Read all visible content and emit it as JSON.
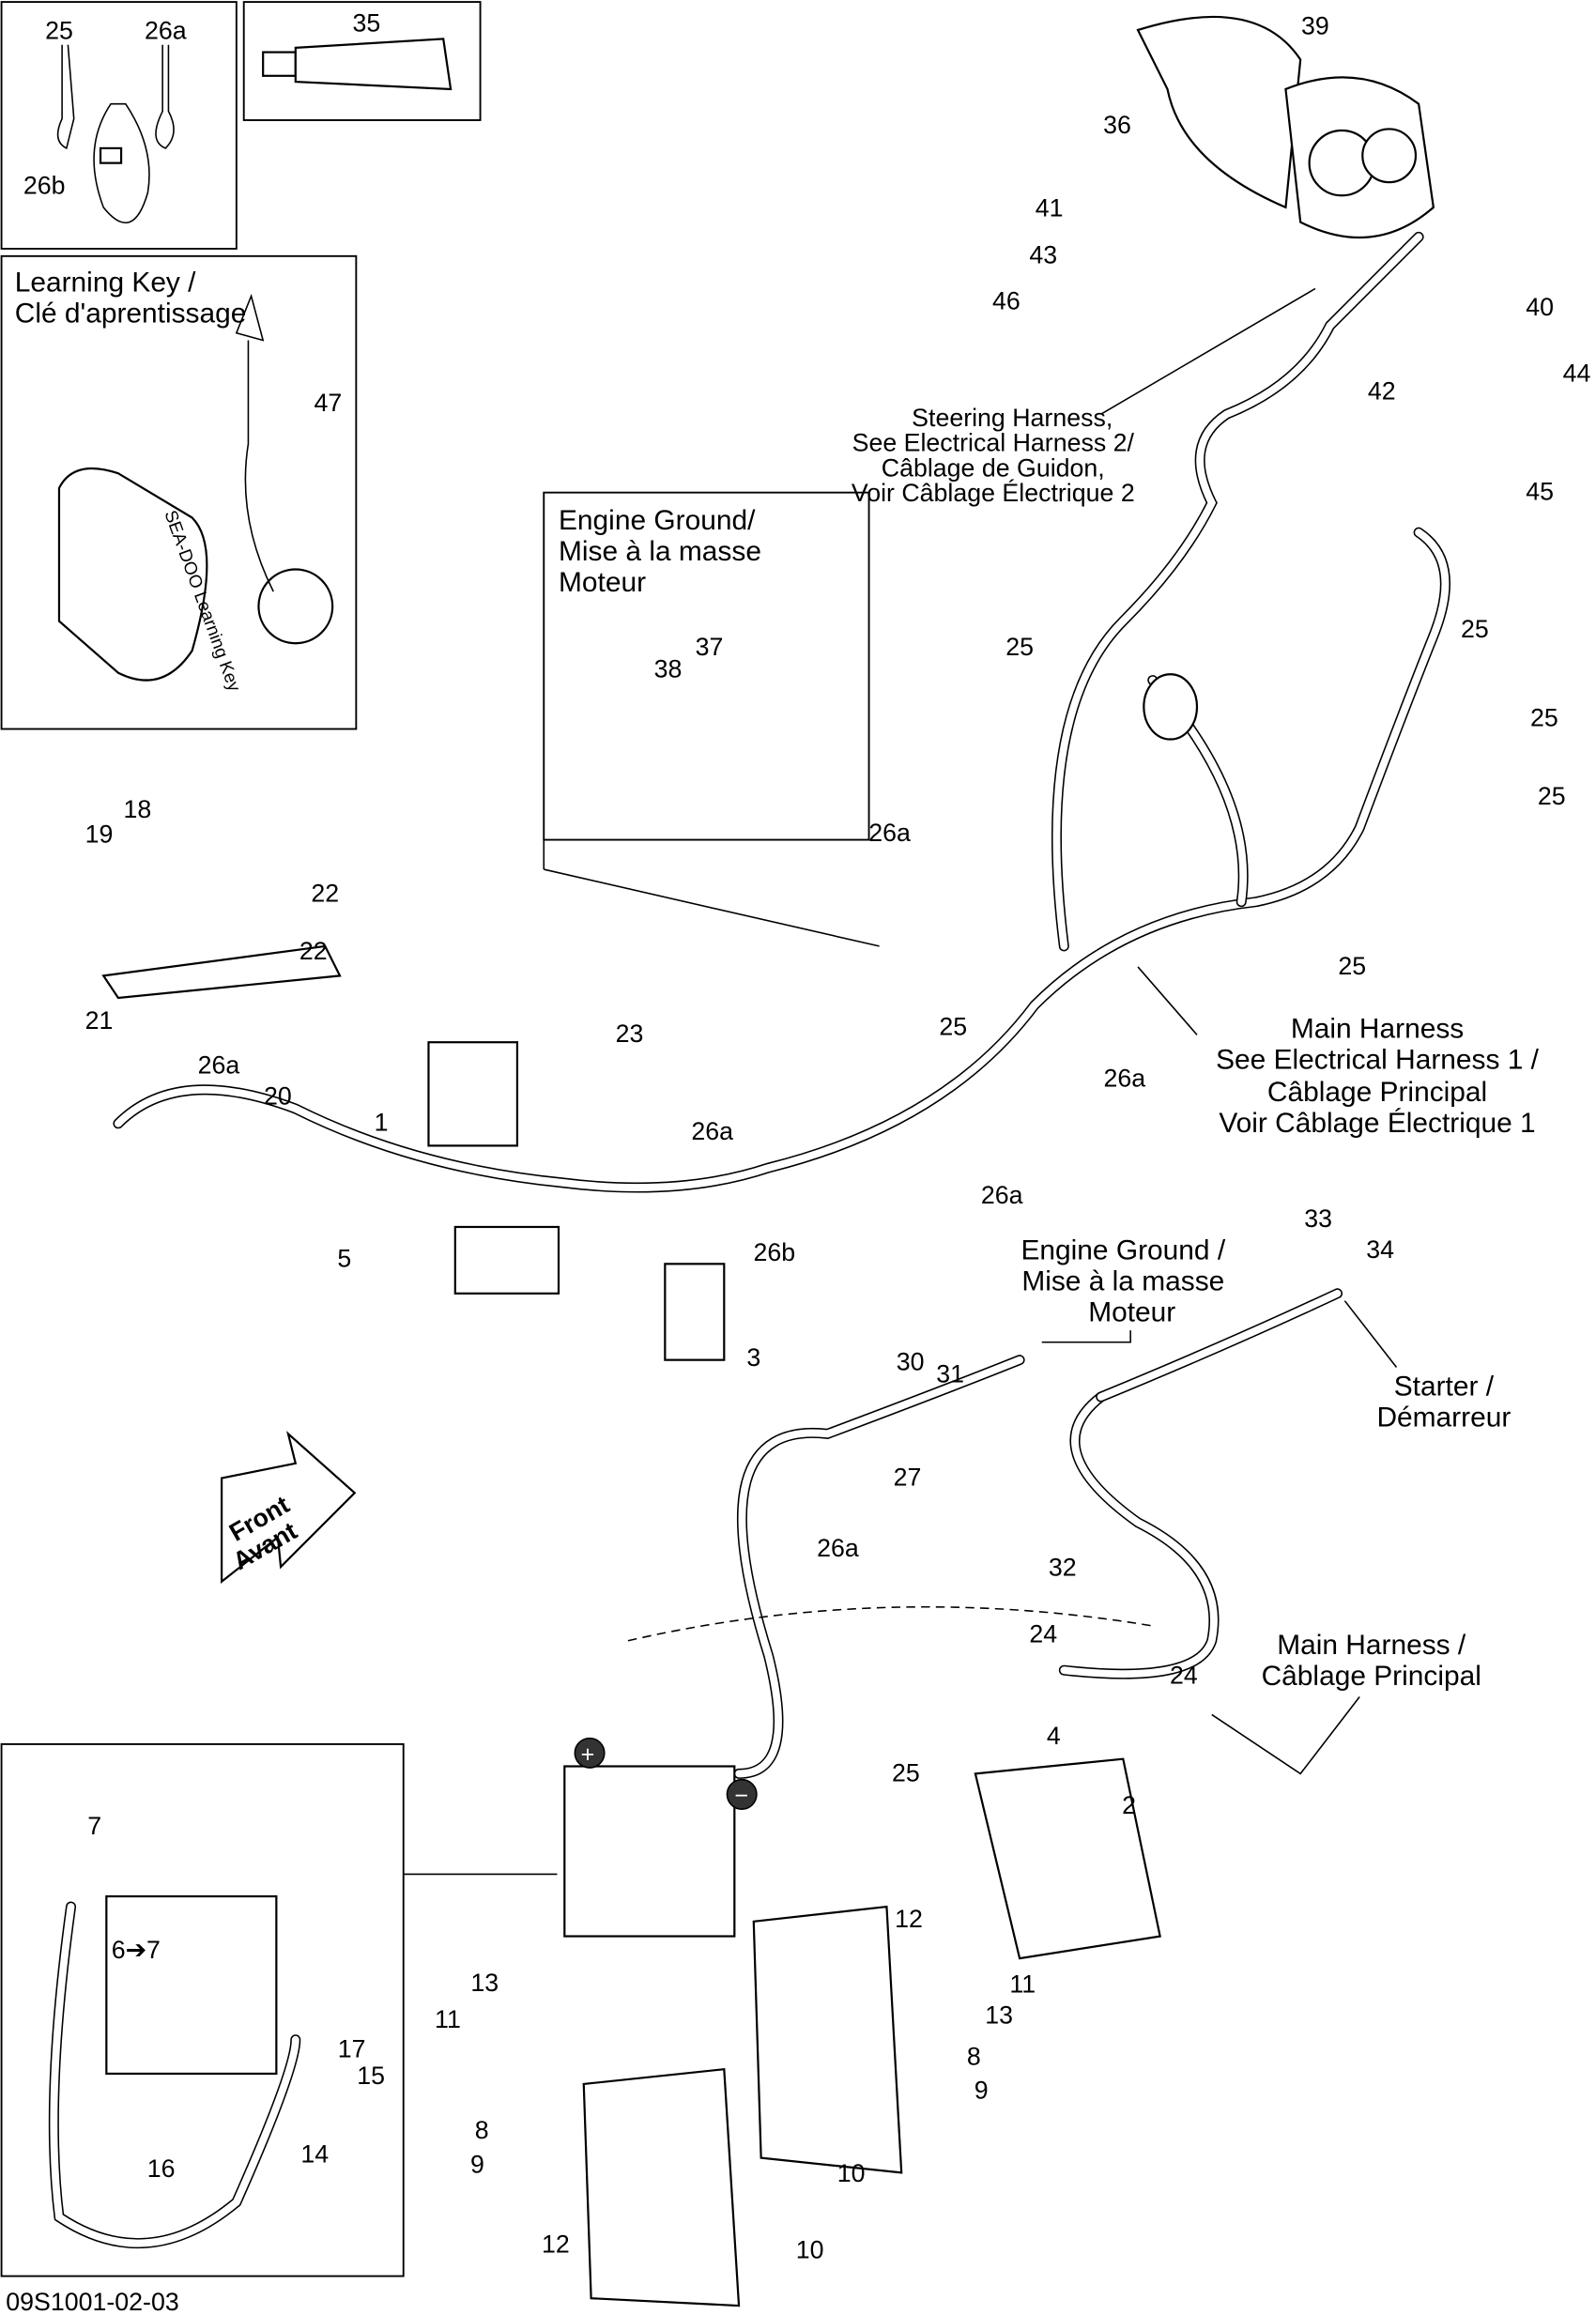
{
  "diagram_code": "09S1001-02-03",
  "callouts": [
    "25",
    "26a",
    "26b",
    "35",
    "39",
    "36",
    "41",
    "43",
    "46",
    "40",
    "44",
    "42",
    "45",
    "25",
    "25",
    "25",
    "25",
    "47",
    "37",
    "38",
    "18",
    "19",
    "22",
    "22",
    "21",
    "26a",
    "25",
    "25",
    "23",
    "20",
    "1",
    "26a",
    "26a",
    "26a",
    "26a",
    "26b",
    "5",
    "3",
    "33",
    "34",
    "30",
    "31",
    "27",
    "26a",
    "32",
    "24",
    "24",
    "4",
    "2",
    "25",
    "12",
    "11",
    "13",
    "8",
    "9",
    "13",
    "11",
    "8",
    "9",
    "10",
    "10",
    "12",
    "7",
    "6➔7",
    "17",
    "15",
    "14",
    "16"
  ],
  "notes": {
    "learning_key": [
      "Learning Key /",
      "Clé d'aprentissage"
    ],
    "engine_ground_1": [
      "Engine Ground/",
      "Mise à la masse",
      "Moteur"
    ],
    "steering_harness": [
      "Steering Harness,",
      "See Electrical Harness 2/",
      "Câblage de Guidon,",
      "Voir Câblage Électrique 2"
    ],
    "main_harness_1": [
      "Main Harness",
      "See Electrical Harness 1 /",
      "Câblage Principal",
      "Voir Câblage Électrique 1"
    ],
    "engine_ground_2": [
      "Engine Ground /",
      "Mise à la masse",
      "Moteur"
    ],
    "starter": [
      "Starter /",
      "Démarreur"
    ],
    "main_harness_2": [
      "Main Harness /",
      "Câblage Principal"
    ],
    "front_arrow": [
      "Front",
      "Avant"
    ],
    "learning_key_logo": "SEA-DOO Learning Key"
  },
  "symbols": {
    "positive": "+",
    "negative": "−"
  }
}
